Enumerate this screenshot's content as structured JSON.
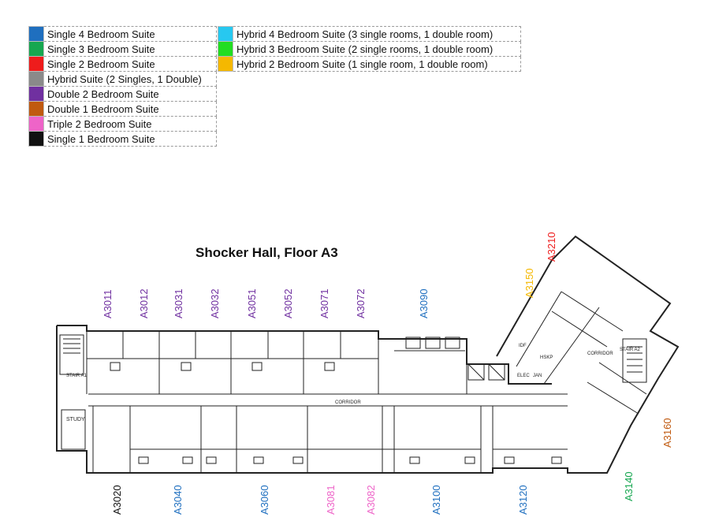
{
  "title": "Shocker Hall, Floor A3",
  "legend": {
    "left": [
      {
        "label": "Single 4 Bedroom Suite",
        "color": "#1f6fbf"
      },
      {
        "label": "Single 3 Bedroom Suite",
        "color": "#16a750"
      },
      {
        "label": "Single 2 Bedroom Suite",
        "color": "#ee1c1c"
      },
      {
        "label": "Hybrid Suite (2 Singles, 1 Double)",
        "color": "#8a8a8a"
      },
      {
        "label": "Double 2 Bedroom Suite",
        "color": "#7030a0"
      },
      {
        "label": "Double 1 Bedroom Suite",
        "color": "#c05a10"
      },
      {
        "label": "Triple 2 Bedroom Suite",
        "color": "#ee64c8"
      },
      {
        "label": "Single 1 Bedroom Suite",
        "color": "#111111"
      }
    ],
    "right": [
      {
        "label": "Hybrid 4 Bedroom Suite (3 single rooms, 1 double room)",
        "color": "#27c8f0"
      },
      {
        "label": "Hybrid 3 Bedroom Suite (2 single rooms, 1 double room)",
        "color": "#22dd22"
      },
      {
        "label": "Hybrid 2 Bedroom Suite (1 single room, 1 double room)",
        "color": "#f5b800"
      }
    ]
  },
  "room_labels": {
    "top": [
      {
        "text": "A3011",
        "color": "#7030a0"
      },
      {
        "text": "A3012",
        "color": "#7030a0"
      },
      {
        "text": "A3031",
        "color": "#7030a0"
      },
      {
        "text": "A3032",
        "color": "#7030a0"
      },
      {
        "text": "A3051",
        "color": "#7030a0"
      },
      {
        "text": "A3052",
        "color": "#7030a0"
      },
      {
        "text": "A3071",
        "color": "#7030a0"
      },
      {
        "text": "A3072",
        "color": "#7030a0"
      },
      {
        "text": "A3090",
        "color": "#1f6fbf"
      },
      {
        "text": "A3150",
        "color": "#f5b800"
      },
      {
        "text": "A3210",
        "color": "#ee1c1c"
      }
    ],
    "bottom": [
      {
        "text": "A3020",
        "color": "#111111"
      },
      {
        "text": "A3040",
        "color": "#1f6fbf"
      },
      {
        "text": "A3060",
        "color": "#1f6fbf"
      },
      {
        "text": "A3081",
        "color": "#ee64c8"
      },
      {
        "text": "A3082",
        "color": "#ee64c8"
      },
      {
        "text": "A3100",
        "color": "#1f6fbf"
      },
      {
        "text": "A3120",
        "color": "#1f6fbf"
      },
      {
        "text": "A3140",
        "color": "#16a750"
      },
      {
        "text": "A3160",
        "color": "#c05a10"
      }
    ]
  },
  "plan_labels": {
    "stair_a1": "STAIR A1",
    "study": "STUDY",
    "corridor_main": "CORRIDOR",
    "corridor_wing": "CORRIDOR",
    "stair_a2": "STAIR A2",
    "idf": "IDF",
    "hskp": "HSKP",
    "elec": "ELEC",
    "jan": "JAN"
  }
}
